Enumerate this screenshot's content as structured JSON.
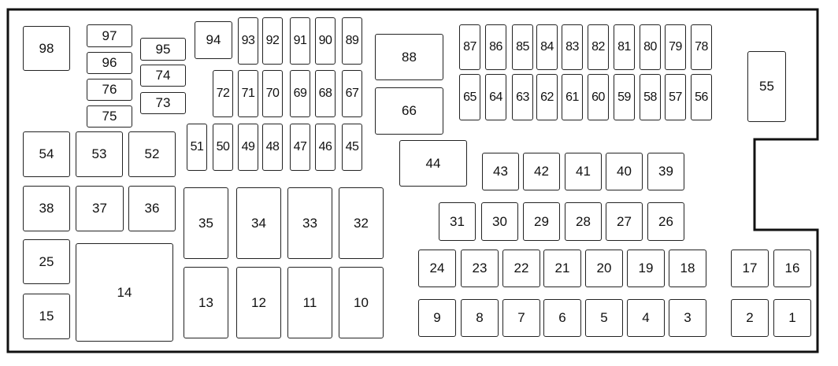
{
  "diagram": {
    "fuses": [
      "98",
      "97",
      "96",
      "76",
      "75",
      "95",
      "74",
      "73",
      "94",
      "93",
      "92",
      "91",
      "90",
      "89",
      "72",
      "71",
      "70",
      "69",
      "68",
      "67",
      "51",
      "50",
      "49",
      "48",
      "47",
      "46",
      "45",
      "88",
      "66",
      "54",
      "53",
      "52",
      "44",
      "87",
      "86",
      "85",
      "84",
      "83",
      "82",
      "81",
      "80",
      "79",
      "78",
      "65",
      "64",
      "63",
      "62",
      "61",
      "60",
      "59",
      "58",
      "57",
      "56",
      "55",
      "43",
      "42",
      "41",
      "40",
      "39",
      "38",
      "37",
      "36",
      "25",
      "15",
      "14",
      "35",
      "34",
      "33",
      "32",
      "13",
      "12",
      "11",
      "10",
      "31",
      "30",
      "29",
      "28",
      "27",
      "26",
      "24",
      "23",
      "22",
      "21",
      "20",
      "19",
      "18",
      "17",
      "16",
      "9",
      "8",
      "7",
      "6",
      "5",
      "4",
      "3",
      "2",
      "1"
    ]
  }
}
